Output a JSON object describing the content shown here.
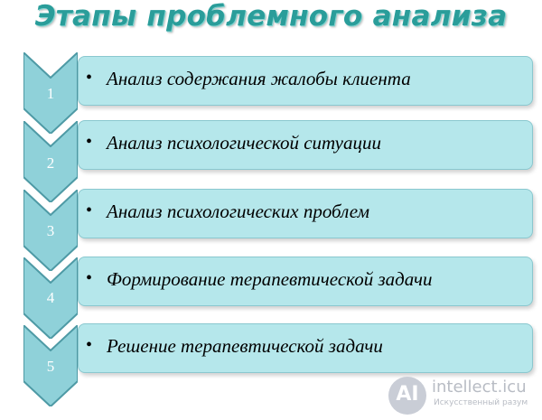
{
  "title": "Этапы проблемного анализа",
  "colors": {
    "title": "#2a9d9a",
    "chevron_fill": "#8fd1d9",
    "chevron_stroke": "#4e9aa5",
    "box_fill": "#b5e7eb",
    "box_border": "#8ac8cf"
  },
  "steps": [
    {
      "number": "1",
      "bullet": "•",
      "text": "Анализ содержания жалобы клиента"
    },
    {
      "number": "2",
      "bullet": "•",
      "text": "Анализ психологической ситуации"
    },
    {
      "number": "3",
      "bullet": "•",
      "text": "Анализ психологических проблем"
    },
    {
      "number": "4",
      "bullet": "•",
      "text": "Формирование терапевтической задачи"
    },
    {
      "number": "5",
      "bullet": "•",
      "text": "Решение терапевтической задачи"
    }
  ],
  "watermark": {
    "logo_letter": "AI",
    "name": "intellect.icu",
    "subtitle": "Искусственный разум"
  }
}
